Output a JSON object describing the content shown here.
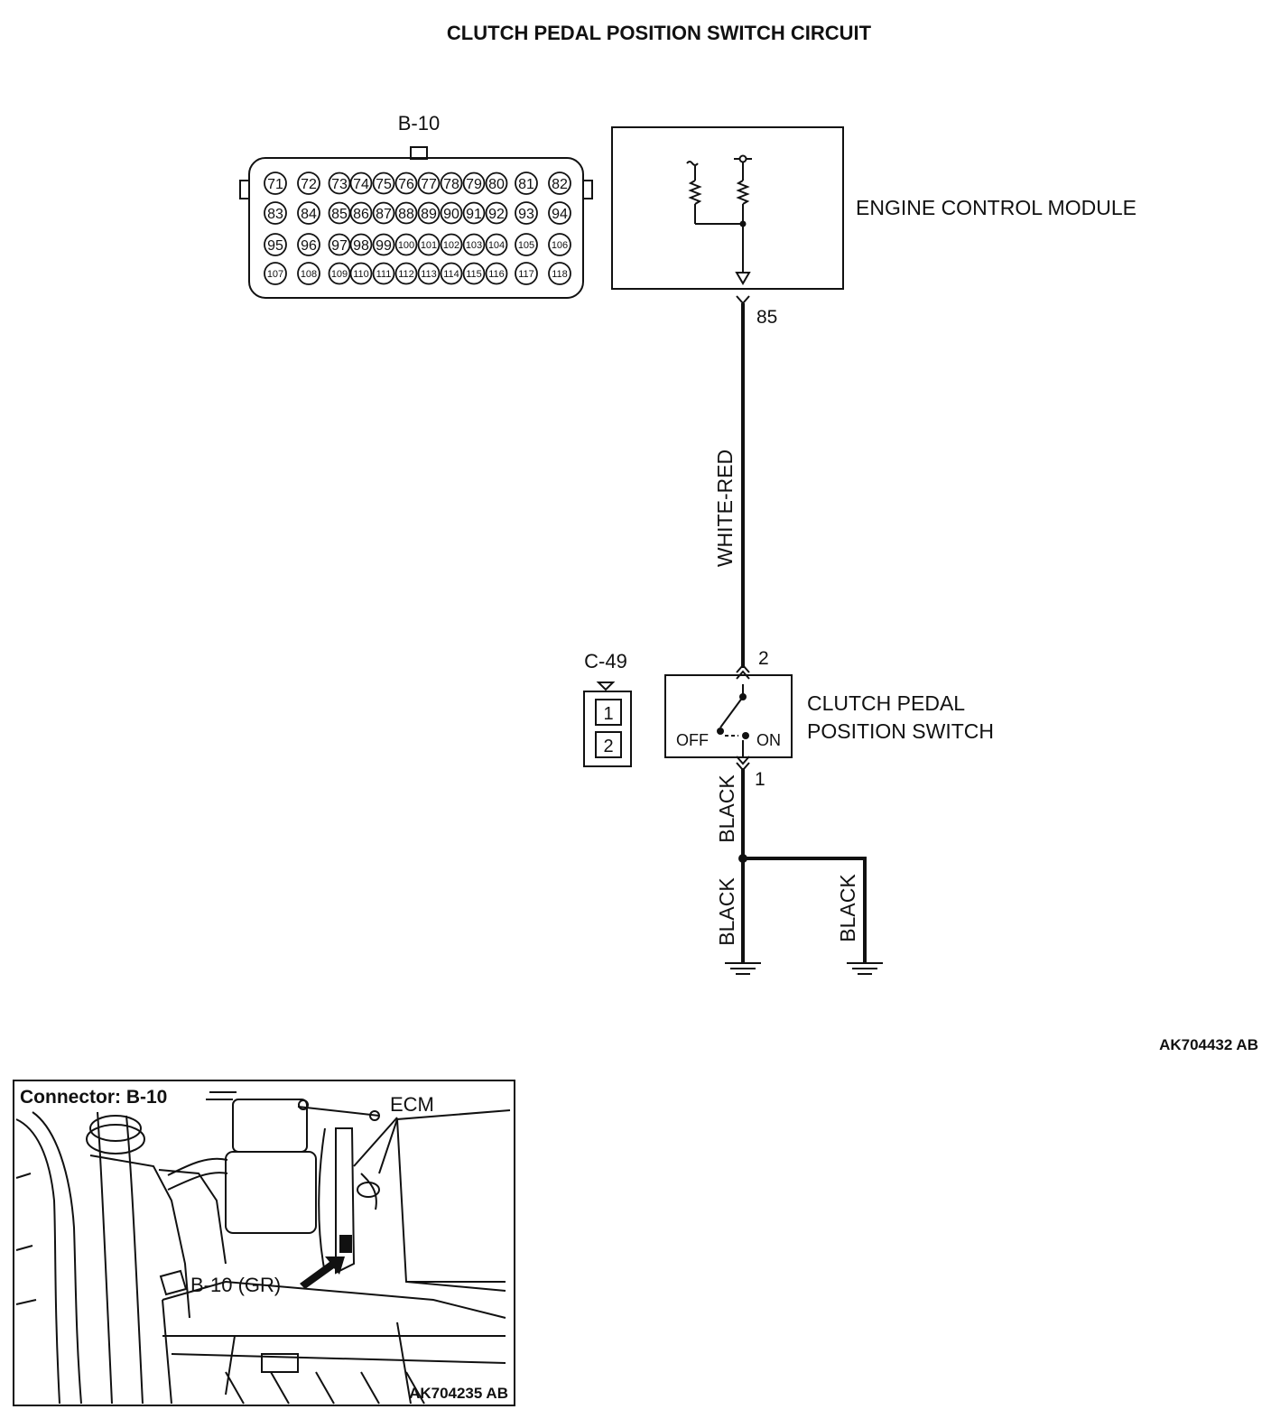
{
  "title": "CLUTCH PEDAL POSITION SWITCH CIRCUIT",
  "b10": {
    "label": "B-10",
    "rows": [
      [
        "71",
        "72",
        "73",
        "74",
        "75",
        "76",
        "77",
        "78",
        "79",
        "80",
        "81",
        "82"
      ],
      [
        "83",
        "84",
        "85",
        "86",
        "87",
        "88",
        "89",
        "90",
        "91",
        "92",
        "93",
        "94"
      ],
      [
        "95",
        "96",
        "97",
        "98",
        "99",
        "100",
        "101",
        "102",
        "103",
        "104",
        "105",
        "106"
      ],
      [
        "107",
        "108",
        "109",
        "110",
        "111",
        "112",
        "113",
        "114",
        "115",
        "116",
        "117",
        "118"
      ]
    ]
  },
  "ecm": {
    "label": "ENGINE CONTROL MODULE",
    "pin": "85"
  },
  "wire_ecm_switch": {
    "color": "WHITE-RED"
  },
  "c49": {
    "label": "C-49",
    "pins": [
      "1",
      "2"
    ]
  },
  "switch": {
    "label_line1": "CLUTCH PEDAL",
    "label_line2": "POSITION SWITCH",
    "off": "OFF",
    "on": "ON",
    "pin_top": "2",
    "pin_bottom": "1"
  },
  "ground_wires": [
    "BLACK",
    "BLACK",
    "BLACK"
  ],
  "figure_codes": {
    "diagram": "AK704432 AB",
    "photo": "AK704235 AB"
  },
  "photo": {
    "heading": "Connector: B-10",
    "ecm_callout": "ECM",
    "connector_callout": "B-10 (GR)"
  }
}
